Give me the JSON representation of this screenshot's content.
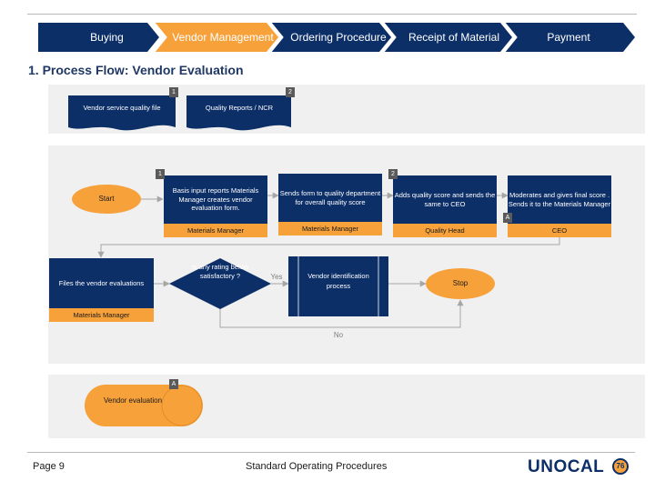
{
  "nav": {
    "steps": [
      {
        "label": "Buying",
        "active": false
      },
      {
        "label": "Vendor Management",
        "active": true
      },
      {
        "label": "Ordering Procedure",
        "active": false
      },
      {
        "label": "Receipt of Material",
        "active": false
      },
      {
        "label": "Payment",
        "active": false
      }
    ],
    "colors": {
      "default": "#0d2f68",
      "active": "#f7a13b"
    }
  },
  "title": "1. Process Flow: Vendor Evaluation",
  "documents": [
    {
      "number": "1",
      "label": "Vendor service quality file"
    },
    {
      "number": "2",
      "label": "Quality Reports / NCR"
    }
  ],
  "flow": {
    "start": "Start",
    "steps": [
      {
        "badge": "1",
        "text": "Basis input reports Materials Manager creates vendor evaluation form.",
        "role": "Materials Manager"
      },
      {
        "badge": "",
        "text": "Sends form to quality department for overall quality score",
        "role": "Materials Manager"
      },
      {
        "badge": "2",
        "text": "Adds quality score and sends the same to CEO",
        "role": "Quality Head"
      },
      {
        "badge": "A",
        "text": "Moderates and gives final score . Sends it to the Materials Manager",
        "role": "CEO"
      }
    ],
    "files_step": {
      "text": "Files the vendor evaluations",
      "role": "Materials Manager"
    },
    "decision": "Is any rating below satisfactory ?",
    "yes_label": "Yes",
    "no_label": "No",
    "subprocess": "Vendor identification process",
    "stop": "Stop"
  },
  "legend": {
    "badge": "A",
    "label": "Vendor evaluation"
  },
  "footer": {
    "page": "Page 9",
    "center": "Standard Operating  Procedures",
    "logo_text": "UNOCAL",
    "logo_badge": "76"
  },
  "colors": {
    "navy": "#0d2f68",
    "orange": "#f7a13b",
    "panel": "#f0f0f0",
    "badge": "#5a5a5a"
  }
}
